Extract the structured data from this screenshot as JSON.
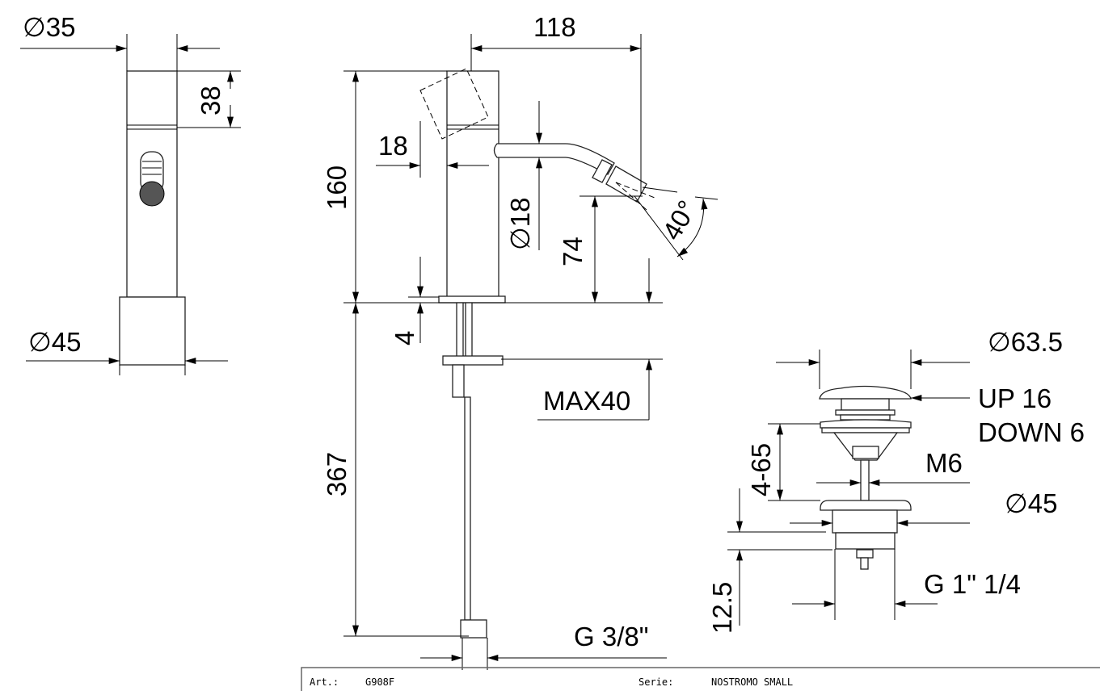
{
  "dimensions": {
    "top_diameter": "∅35",
    "handle_height": "38",
    "base_diameter_left": "∅45",
    "spout_reach": "118",
    "total_height": "160",
    "handle_offset": "18",
    "spout_diameter": "∅18",
    "spout_height": "74",
    "spray_angle": "40°",
    "base_thickness": "4",
    "hose_length": "367",
    "max_deck": "MAX40",
    "hose_thread": "G 3/8\"",
    "waste_cap_diameter": "∅63.5",
    "waste_stroke_up": "UP 16",
    "waste_stroke_down": "DOWN 6",
    "waste_range": "4-65",
    "waste_rod": "M6",
    "waste_flange_diameter": "∅45",
    "waste_thread_length": "12.5",
    "waste_thread": "G 1\" 1/4"
  },
  "title_block": {
    "art_label": "Art.:",
    "art_value": "G908F",
    "serie_label": "Serie:",
    "serie_value": "NOSTROMO SMALL"
  }
}
